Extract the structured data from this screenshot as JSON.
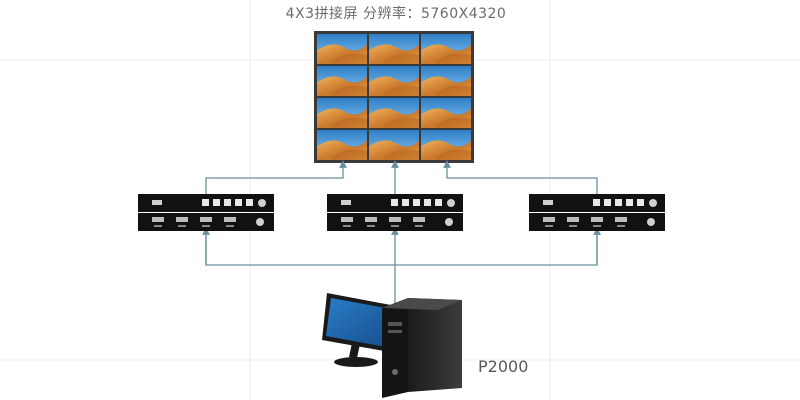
{
  "diagram": {
    "title": "4X3拼接屏    分辨率：5760X4320",
    "pc_label": "P2000",
    "colors": {
      "connector": "#6b8e9e",
      "device": "#111111",
      "screen": "#1e6fb8",
      "sand": "#d9933c",
      "sky": "#4a9bd8"
    },
    "videowall": {
      "rows": 4,
      "cols": 3
    },
    "processor_count": 3
  }
}
